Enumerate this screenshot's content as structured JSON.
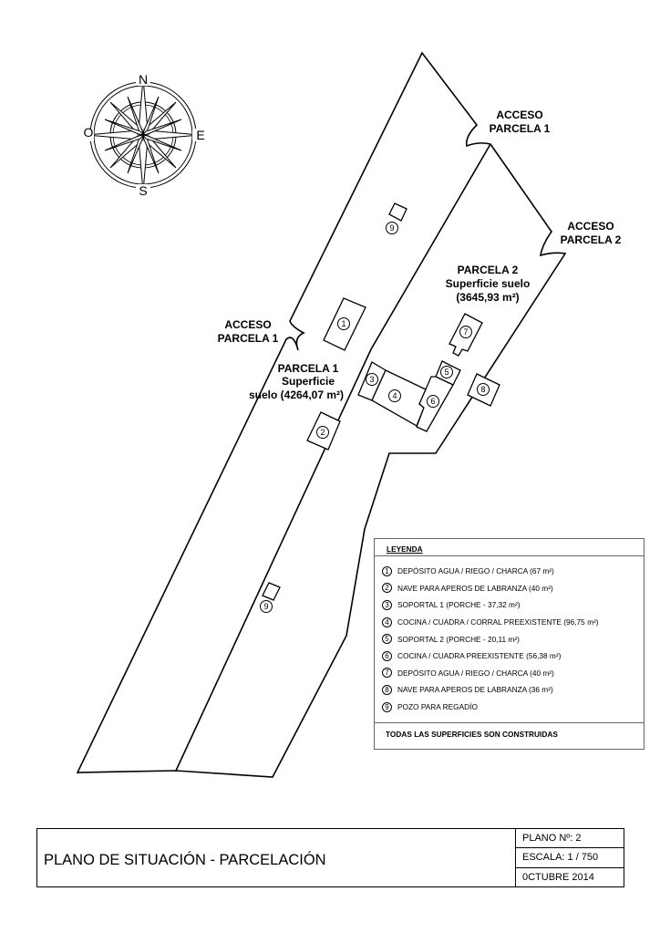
{
  "compass": {
    "north": "N",
    "south": "S",
    "east": "E",
    "west": "O"
  },
  "plan": {
    "access_parcela1_top": [
      "ACCESO",
      "PARCELA 1"
    ],
    "access_parcela2": [
      "ACCESO",
      "PARCELA 2"
    ],
    "access_parcela1_left": [
      "ACCESO",
      "PARCELA 1"
    ],
    "parcela1": [
      "PARCELA 1",
      "Superficie",
      "suelo (4264,07 m²)"
    ],
    "parcela2": [
      "PARCELA 2",
      "Superficie suelo",
      "(3645,93 m²)"
    ],
    "building_numbers": [
      "1",
      "2",
      "3",
      "4",
      "5",
      "6",
      "7",
      "8",
      "9",
      "9"
    ]
  },
  "legend": {
    "title": "LEYENDA",
    "items": [
      {
        "n": "1",
        "text": "DEPÓSITO AGUA / RIEGO / CHARCA (67 m²)"
      },
      {
        "n": "2",
        "text": "NAVE PARA APEROS DE LABRANZA (40 m²)"
      },
      {
        "n": "3",
        "text": "SOPORTAL 1 (PORCHE - 37,32 m²)"
      },
      {
        "n": "4",
        "text": "COCINA / CUADRA / CORRAL PREEXISTENTE (96,75 m²)"
      },
      {
        "n": "5",
        "text": "SOPORTAL 2 (PORCHE - 20,11 m²)"
      },
      {
        "n": "6",
        "text": "COCINA / CUADRA PREEXISTENTE (56,38 m²)"
      },
      {
        "n": "7",
        "text": "DEPÓSITO AGUA / RIEGO / CHARCA (40 m²)"
      },
      {
        "n": "8",
        "text": "NAVE PARA APEROS DE LABRANZA (36 m²)"
      },
      {
        "n": "9",
        "text": "POZO PARA REGADÍO"
      }
    ],
    "footer": "TODAS LAS SUPERFICIES SON CONSTRUIDAS"
  },
  "title_block": {
    "title": "PLANO DE SITUACIÓN - PARCELACIÓN",
    "plano_no": "PLANO Nº: 2",
    "escala": "ESCALA: 1 / 750",
    "fecha": "0CTUBRE 2014"
  }
}
